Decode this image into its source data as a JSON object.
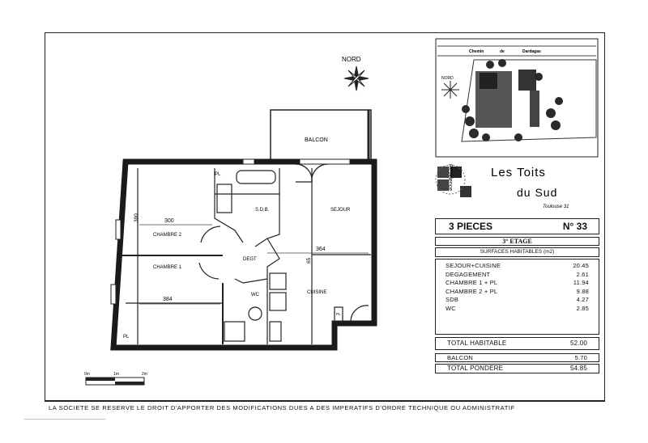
{
  "plan": {
    "north_label": "NORD",
    "rooms": {
      "balcon": "BALCON",
      "chambre2": "CHAMBRE 2",
      "chambre1": "CHAMBRE 1",
      "degt": "DEGT",
      "sdb": "S.D.B.",
      "sejour": "SEJOUR",
      "cuisine": "CUISINE",
      "wc": "WC",
      "pl_top": "PL",
      "pl_bottom": "PL",
      "pl_right": "PL"
    },
    "dimensions": {
      "ch2_width": "300",
      "ch2_depth": "300",
      "ch1_width": "384",
      "sejour_width": "364",
      "kitchen_small": "65"
    },
    "scale": [
      "0m",
      "1m",
      "2m"
    ]
  },
  "site_plan": {
    "street": [
      "Chemin",
      "de",
      "Dardagas"
    ],
    "north_label": "NORD"
  },
  "logo": {
    "line1": "Les Toits",
    "line2": "du Sud",
    "vertical": "Résidence",
    "city": "Toulouse 31"
  },
  "summary": {
    "type": "3 PIECES",
    "number": "N° 33",
    "floor": "3° ETAGE",
    "surfaces_header": "SURFACES HABITABLES (m2)",
    "rooms": [
      {
        "label": "SEJOUR+CUISINE",
        "value": "20.45"
      },
      {
        "label": "DEGAGEMENT",
        "value": "2.61"
      },
      {
        "label": "CHAMBRE 1 + PL",
        "value": "11.94"
      },
      {
        "label": "CHAMBRE 2 + PL",
        "value": "9.88"
      },
      {
        "label": "SDB",
        "value": "4.27"
      },
      {
        "label": "WC",
        "value": "2.85"
      }
    ],
    "total_habitable_label": "TOTAL HABITABLE",
    "total_habitable": "52.00",
    "balcon_label": "BALCON",
    "balcon": "5.70",
    "total_pondere_label": "TOTAL PONDERE",
    "total_pondere": "54.85"
  },
  "footer": "LA SOCIETE SE RESERVE LE DROIT D'APPORTER DES MODIFICATIONS DUES A DES IMPERATIFS D'ORDRE TECHNIQUE OU ADMINISTRATIF"
}
